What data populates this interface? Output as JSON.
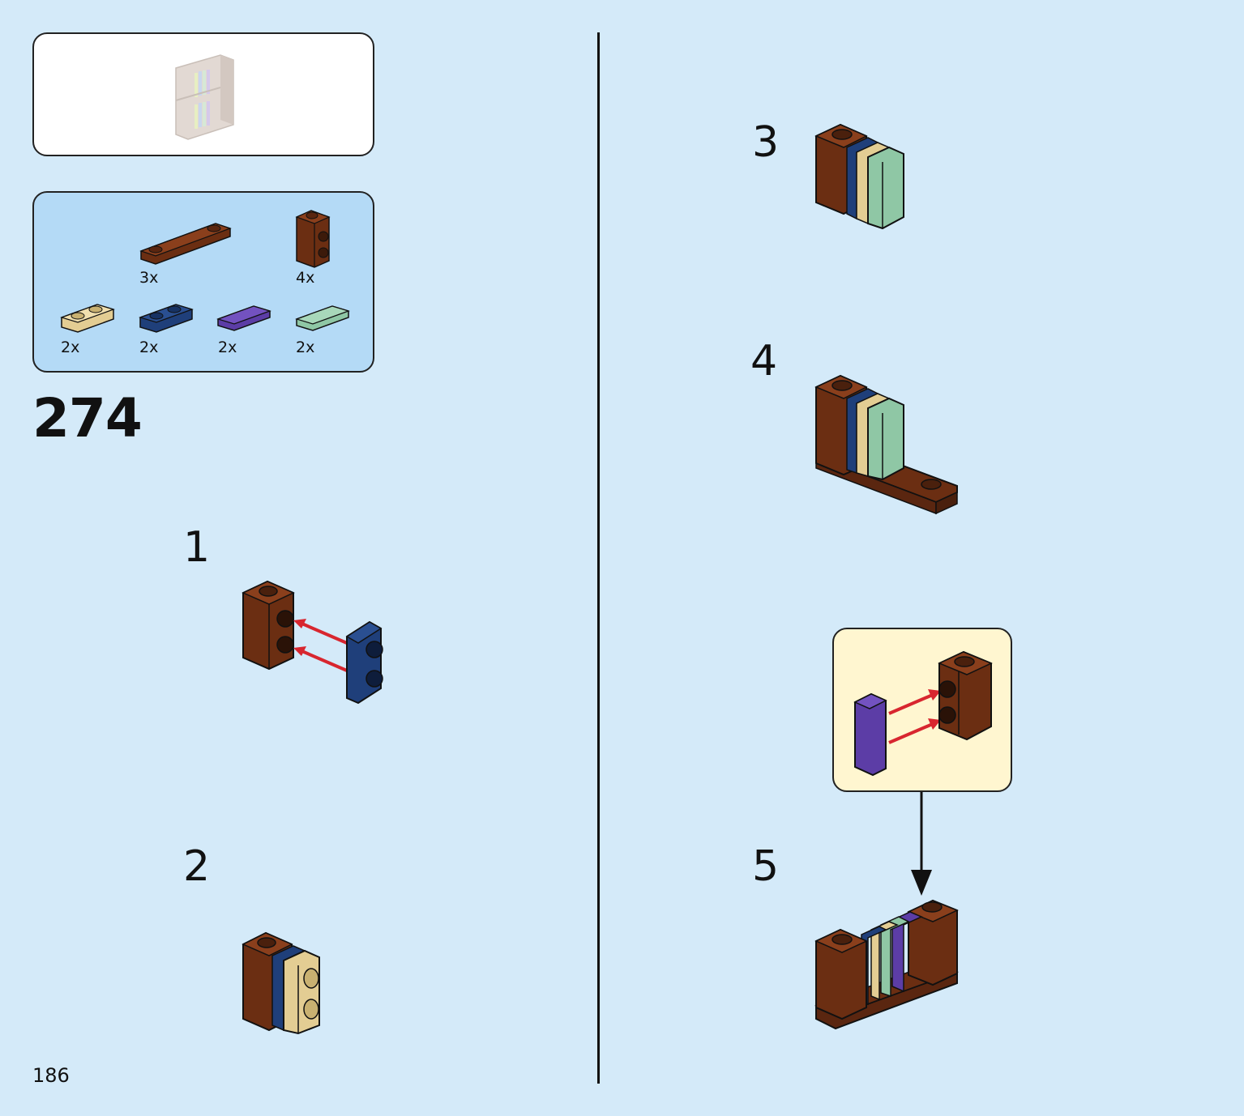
{
  "page": {
    "page_number": "186",
    "main_step": "274"
  },
  "parts_list": {
    "items": [
      {
        "qty": "3x",
        "part": "brown-plate-1x4-icon"
      },
      {
        "qty": "4x",
        "part": "brown-brick-1x1-studs-side-icon"
      },
      {
        "qty": "2x",
        "part": "tan-plate-1x2-icon"
      },
      {
        "qty": "2x",
        "part": "blue-plate-1x2-icon"
      },
      {
        "qty": "2x",
        "part": "purple-tile-1x2-icon"
      },
      {
        "qty": "2x",
        "part": "sand-green-tile-1x2-icon"
      }
    ]
  },
  "steps": [
    {
      "number": "1"
    },
    {
      "number": "2"
    },
    {
      "number": "3"
    },
    {
      "number": "4"
    },
    {
      "number": "5"
    }
  ],
  "colors": {
    "background": "#d4eaf9",
    "parts_box": "#b4daf6",
    "callout": "#fff6d0",
    "brown": "#6b2e12",
    "blue": "#1f3f7a",
    "tan": "#e3cd93",
    "purple": "#5c3da6",
    "sand_green": "#8fc7a5",
    "arrow_red": "#d8262f"
  }
}
